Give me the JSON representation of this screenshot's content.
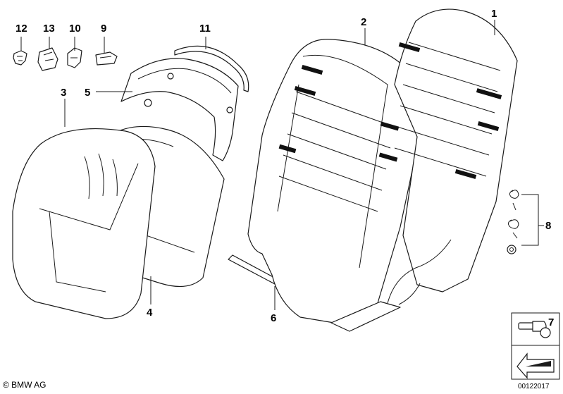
{
  "callouts": {
    "c1": "1",
    "c2": "2",
    "c3": "3",
    "c4": "4",
    "c5": "5",
    "c6": "6",
    "c7": "7",
    "c8": "8",
    "c9": "9",
    "c10": "10",
    "c11": "11",
    "c12": "12",
    "c13": "13"
  },
  "footer": {
    "copyright": "© BMW AG",
    "diagram_number": "00122017"
  }
}
